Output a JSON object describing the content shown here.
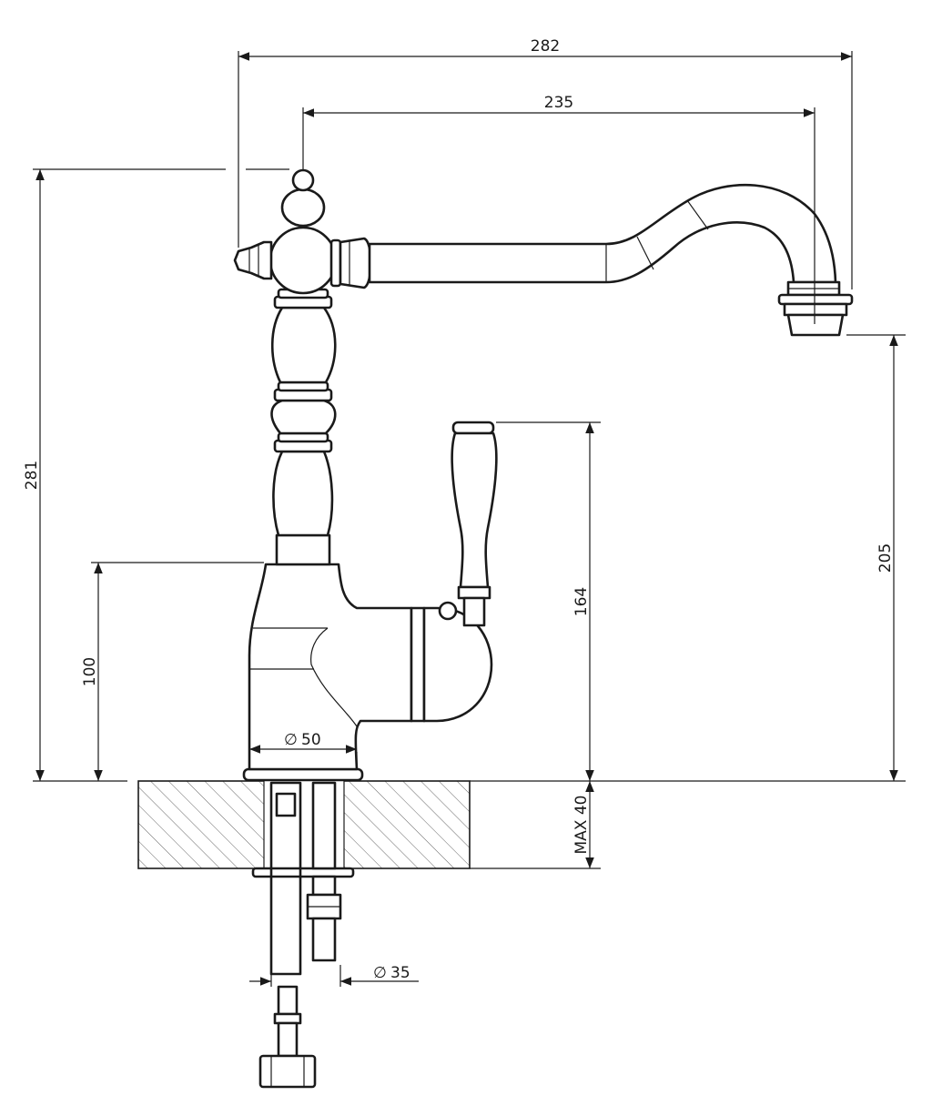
{
  "dimensions": {
    "total_width": "282",
    "spout_reach": "235",
    "total_height": "281",
    "spout_height": "205",
    "lever_height": "164",
    "body_height": "100",
    "base_diameter": "50",
    "max_deck": "MAX 40",
    "hole_diameter": "35",
    "diameter_symbol": "∅"
  }
}
